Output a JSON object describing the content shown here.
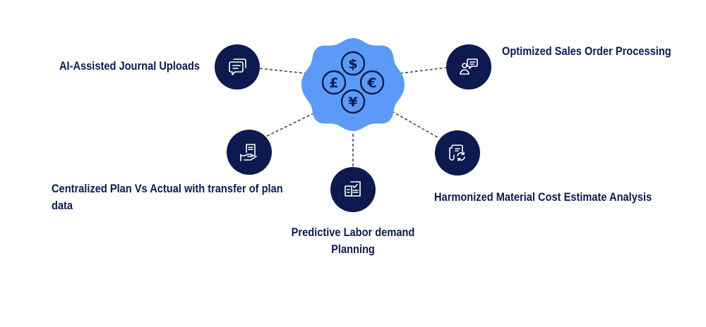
{
  "hub": {
    "icon": "currency-exchange-icon",
    "color": "#5b9bf7",
    "symbols": [
      "$",
      "£",
      "€",
      "¥"
    ]
  },
  "node_color": "#0d1a4f",
  "items": [
    {
      "label": "AI-Assisted Journal Uploads",
      "icon": "chat-bubbles-icon"
    },
    {
      "label": "Optimized Sales Order Processing",
      "icon": "user-message-icon"
    },
    {
      "label": "Centralized Plan Vs Actual with transfer of plan data",
      "icon": "hand-document-icon"
    },
    {
      "label": "Predictive Labor demand Planning",
      "icon": "checklist-icon"
    },
    {
      "label": "Harmonized Material Cost Estimate Analysis",
      "icon": "document-refresh-icon"
    }
  ]
}
